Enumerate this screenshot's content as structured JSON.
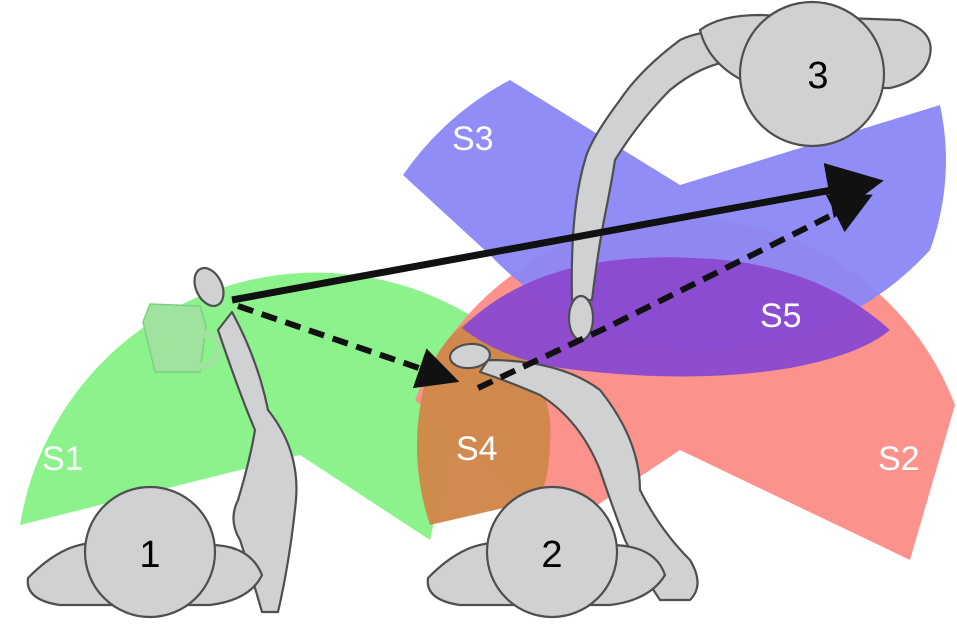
{
  "regions": [
    {
      "id": "S1",
      "label": "S1",
      "color": "#86f286"
    },
    {
      "id": "S2",
      "label": "S2",
      "color": "#fb8c86"
    },
    {
      "id": "S3",
      "label": "S3",
      "color": "#8a87f7"
    },
    {
      "id": "S4",
      "label": "S4",
      "color": "#cf874a"
    },
    {
      "id": "S5",
      "label": "S5",
      "color": "#8b4ad0"
    }
  ],
  "agents": [
    {
      "id": "1",
      "label": "1"
    },
    {
      "id": "2",
      "label": "2"
    },
    {
      "id": "3",
      "label": "3"
    }
  ],
  "object": {
    "name": "cup-icon",
    "color": "#9fe39f"
  },
  "arrows": {
    "direct": {
      "from": "1",
      "to": "3",
      "style": "solid"
    },
    "relay": {
      "from": "1",
      "via": "2",
      "to": "3",
      "style": "dashed"
    }
  }
}
